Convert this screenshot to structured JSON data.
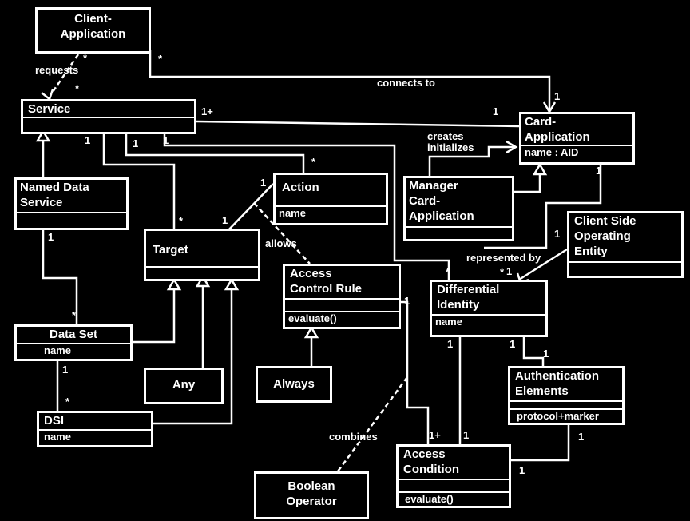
{
  "classes": {
    "client_application": {
      "name": "Client-\nApplication"
    },
    "service": {
      "name": "Service"
    },
    "card_application": {
      "name": "Card-\nApplication",
      "attr": "name : AID"
    },
    "named_data_service": {
      "name": "Named Data\nService"
    },
    "action": {
      "name": "Action",
      "attr": "name"
    },
    "manager_card_application": {
      "name": "Manager\nCard-\nApplication"
    },
    "client_side_operating_entity": {
      "name": "Client Side\nOperating\nEntity"
    },
    "target": {
      "name": "Target"
    },
    "access_control_rule": {
      "name": "Access\nControl Rule",
      "op": "evaluate()"
    },
    "differential_identity": {
      "name": "Differential\nIdentity",
      "attr": "name"
    },
    "data_set": {
      "name": "Data Set",
      "attr": "name"
    },
    "any": {
      "name": "Any"
    },
    "always": {
      "name": "Always"
    },
    "authentication_elements": {
      "name": "Authentication\nElements",
      "attr": "protocol+marker"
    },
    "dsi": {
      "name": "DSI",
      "attr": "name"
    },
    "access_condition": {
      "name": "Access\nCondition",
      "op": "evaluate()"
    },
    "boolean_operator": {
      "name": "Boolean\nOperator"
    }
  },
  "associations": {
    "requests": "requests",
    "connects_to": "connects to",
    "creates_initializes": "creates\ninitializes",
    "allows": "allows",
    "represented_by": "represented by",
    "combines": "combines"
  },
  "multiplicities": {
    "m_client_req": "*",
    "m_service_req": "*",
    "m_client_conn": "*",
    "m_card_conn": "1",
    "m_service_card_1plus": "1+",
    "m_card_service": "1",
    "m_service_nds": "1",
    "m_service_target": "1",
    "m_service_action_1": "1",
    "m_action_service": "*",
    "m_action_target": "1",
    "m_target_action": "1",
    "m_target_service": "*",
    "m_nds_dataset": "1",
    "m_dataset_nds": "*",
    "m_dataset_dsi": "1",
    "m_dsi_dataset": "*",
    "m_card_client_side": "1",
    "m_cso_rep": "1",
    "m_di_rep_star": "*",
    "m_di_rep_1": "1",
    "m_di_service": "*",
    "m_acr_condition": "1",
    "m_di_condition": "1",
    "m_di_auth": "1",
    "m_auth_di": "1",
    "m_condition_1plus": "1+",
    "m_condition_di": "1",
    "m_auth_condition": "1",
    "m_condition_auth": "1"
  }
}
